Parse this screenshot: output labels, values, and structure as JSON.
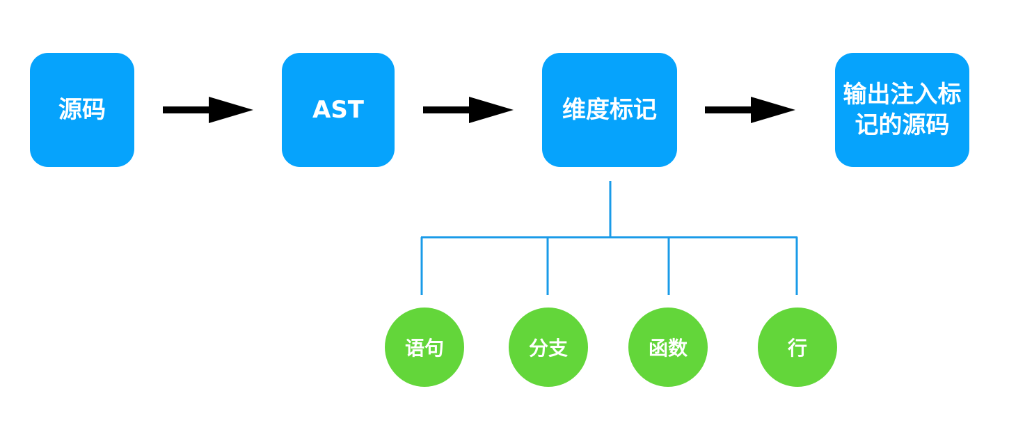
{
  "flow": {
    "step1": "源码",
    "step2": "AST",
    "step3": "维度标记",
    "step4_line1": "输出注入标",
    "step4_line2": "记的源码"
  },
  "dimensions": [
    "语句",
    "分支",
    "函数",
    "行"
  ],
  "colors": {
    "box": "#06a3fc",
    "circle": "#63d63a",
    "connector": "#1a9be8",
    "arrow": "#000000"
  }
}
